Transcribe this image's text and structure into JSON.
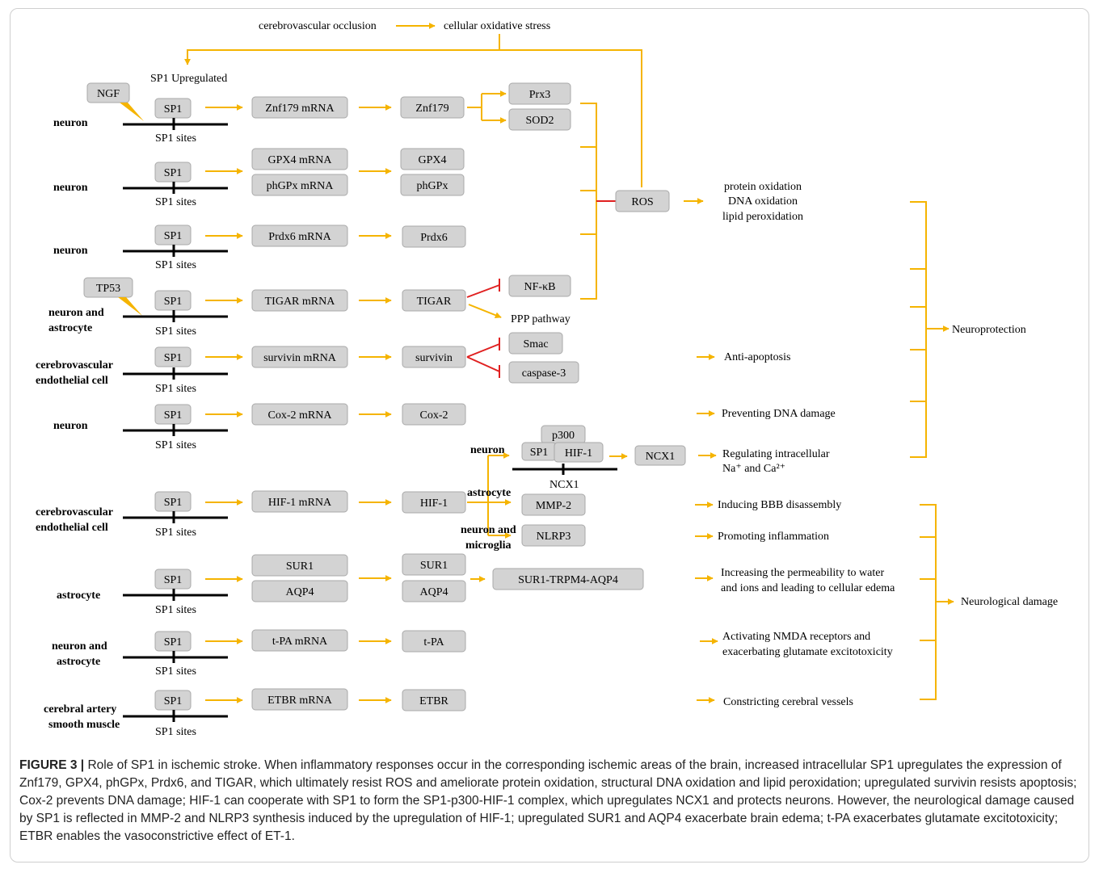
{
  "top": {
    "occlusion": "cerebrovascular  occlusion",
    "stress": "cellular  oxidative  stress",
    "sp1_up": "SP1 Upregulated"
  },
  "rows": [
    {
      "cell": [
        "neuron"
      ],
      "sp1": "SP1",
      "sites": "SP1 sites",
      "mrna": "Znf179  mRNA",
      "protein": "Znf179",
      "factor": "NGF"
    },
    {
      "cell": [
        "neuron"
      ],
      "sp1": "SP1",
      "sites": "SP1 sites",
      "mrna": "GPX4 mRNA",
      "mrna2": "phGPx mRNA",
      "protein": "GPX4",
      "protein2": "phGPx"
    },
    {
      "cell": [
        "neuron"
      ],
      "sp1": "SP1",
      "sites": "SP1 sites",
      "mrna": "Prdx6 mRNA",
      "protein": "Prdx6"
    },
    {
      "cell": [
        "neuron and",
        "astrocyte"
      ],
      "sp1": "SP1",
      "sites": "SP1 sites",
      "mrna": "TIGAR  mRNA",
      "protein": "TIGAR",
      "factor": "TP53"
    },
    {
      "cell": [
        "cerebrovascular",
        "endothelial cell"
      ],
      "sp1": "SP1",
      "sites": "SP1 sites",
      "mrna": "survivin  mRNA",
      "protein": "survivin"
    },
    {
      "cell": [
        "neuron"
      ],
      "sp1": "SP1",
      "sites": "SP1 sites",
      "mrna": "Cox-2 mRNA",
      "protein": "Cox-2"
    },
    {
      "cell": [
        "cerebrovascular",
        "endothelial cell"
      ],
      "sp1": "SP1",
      "sites": "SP1 sites",
      "mrna": "HIF-1 mRNA",
      "protein": "HIF-1"
    },
    {
      "cell": [
        "astrocyte"
      ],
      "sp1": "SP1",
      "sites": "SP1 sites",
      "mrna": "SUR1",
      "mrna2": "AQP4",
      "protein": "SUR1",
      "protein2": "AQP4"
    },
    {
      "cell": [
        "neuron and",
        "astrocyte"
      ],
      "sp1": "SP1",
      "sites": "SP1 sites",
      "mrna": "t-PA mRNA",
      "protein": "t-PA"
    },
    {
      "cell": [
        "cerebral artery",
        "smooth muscle"
      ],
      "sp1": "SP1",
      "sites": "SP1 sites",
      "mrna": "ETBR mRNA",
      "protein": "ETBR"
    }
  ],
  "targets": {
    "prx3": "Prx3",
    "sod2": "SOD2",
    "ros": "ROS",
    "nfkb": "NF-κB",
    "ppp": "PPP pathway",
    "smac": "Smac",
    "caspase3": "caspase-3",
    "p300": "p300",
    "sp1": "SP1",
    "hif1": "HIF-1",
    "ncx1_site": "NCX1",
    "ncx1": "NCX1",
    "neuron": "neuron",
    "astrocyte": "astrocyte",
    "neuron_microglia": [
      "neuron and",
      "microglia"
    ],
    "mmp2": "MMP-2",
    "nlrp3": "NLRP3",
    "complex": "SUR1-TRPM4-AQP4"
  },
  "effects": {
    "oxidation": [
      "protein  oxidation",
      "DNA  oxidation",
      "lipid  peroxidation"
    ],
    "anti_apoptosis": "Anti-apoptosis",
    "dna_damage": "Preventing  DNA damage",
    "regulating": [
      "Regulating  intracellular",
      "Na⁺ and Ca²⁺"
    ],
    "bbb": "Inducing  BBB  disassembly",
    "inflammation": "Promoting  inflammation",
    "permeability": [
      "Increasing  the permeability  to water",
      "and ions and leading  to  cellular edema"
    ],
    "nmda": [
      "Activating  NMDA receptors and",
      "exacerbating  glutamate  excitotoxicity"
    ],
    "constricting": "Constricting  cerebral  vessels",
    "neuroprotection": "Neuroprotection",
    "neuro_damage": "Neurological   damage"
  },
  "caption": {
    "label": "FIGURE 3 |",
    "text": " Role of SP1 in ischemic stroke. When inflammatory responses occur in the corresponding ischemic areas of the brain, increased intracellular SP1 upregulates the expression of Znf179, GPX4, phGPx, Prdx6, and TIGAR, which ultimately resist ROS and ameliorate protein oxidation, structural DNA oxidation and lipid peroxidation; upregulated survivin resists apoptosis; Cox-2 prevents DNA damage; HIF-1 can cooperate with SP1 to form the SP1-p300-HIF-1 complex, which upregulates NCX1 and protects neurons. However, the neurological damage caused by SP1 is reflected in MMP-2 and NLRP3 synthesis induced by the upregulation of HIF-1; upregulated SUR1 and AQP4 exacerbate brain edema; t-PA exacerbates glutamate excitotoxicity; ETBR enables the vasoconstrictive effect of ET-1."
  },
  "colors": {
    "arrow": "#f5b400",
    "inhibit": "#e02020",
    "box": "#d3d3d3"
  }
}
